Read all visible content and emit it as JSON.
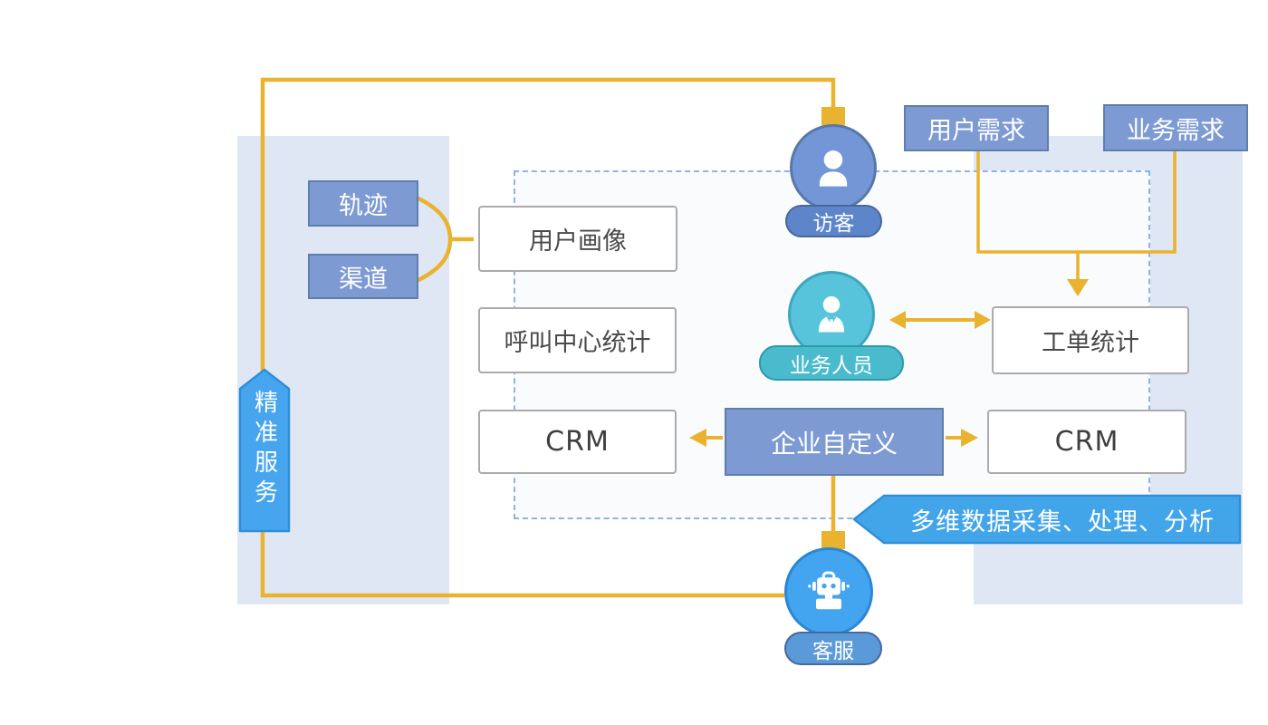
{
  "diagram": {
    "left_banner": "精准服务",
    "bottom_banner": "多维数据采集、处理、分析",
    "source_tags": {
      "track": "轨迹",
      "channel": "渠道"
    },
    "demand_tags": {
      "user_demand": "用户需求",
      "business_demand": "业务需求"
    },
    "analysis_boxes": {
      "user_profile": "用户画像",
      "call_center_stats": "呼叫中心统计",
      "crm_left": "CRM",
      "enterprise_custom": "企业自定义",
      "ticket_stats": "工单统计",
      "crm_right": "CRM"
    },
    "actors": {
      "visitor": "访客",
      "business_staff": "业务人员",
      "customer_service": "客服"
    }
  },
  "colors": {
    "connector_gold": "#E9B22F",
    "node_blue": "#7D9AD3",
    "node_blue_border": "#5E7EAC",
    "bright_blue": "#47A5EE",
    "bright_blue_border": "#2E8FD9",
    "teal": "#57C4DC",
    "robot_blue": "#43A5F0",
    "panel_blue": "#E0E7F4",
    "dashed_border": "#8FB4E3"
  }
}
